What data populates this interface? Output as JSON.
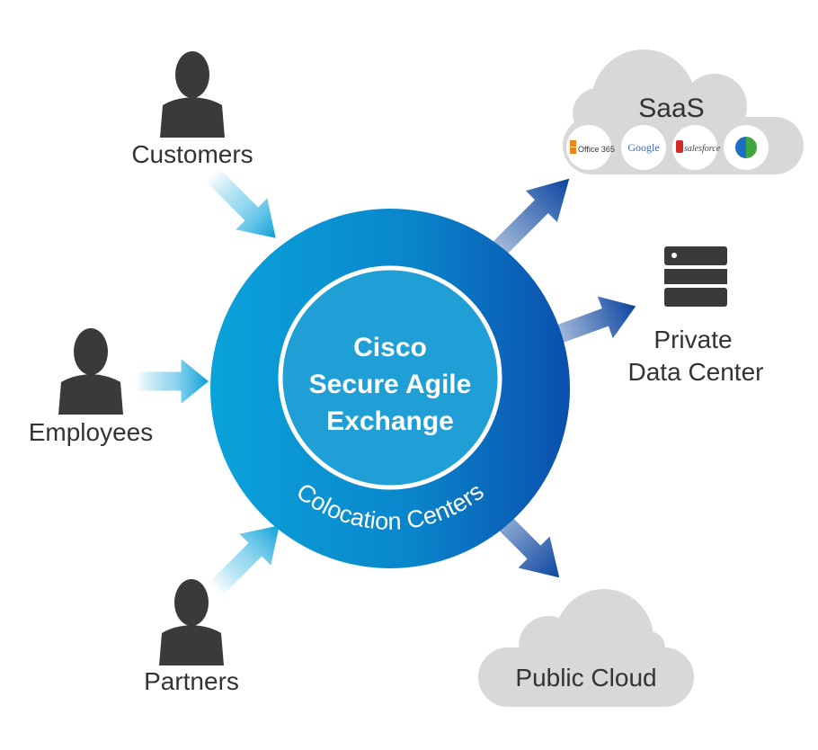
{
  "hub": {
    "title_lines": [
      "Cisco",
      "Secure Agile",
      "Exchange"
    ],
    "ring_label": "Colocation Centers"
  },
  "sources": [
    {
      "id": "customers",
      "label": "Customers",
      "icon": "person-icon"
    },
    {
      "id": "employees",
      "label": "Employees",
      "icon": "person-icon"
    },
    {
      "id": "partners",
      "label": "Partners",
      "icon": "person-icon"
    }
  ],
  "destinations": {
    "saas": {
      "label": "SaaS",
      "apps": [
        {
          "name": "Office 365",
          "label": "Office 365",
          "brand": "office365-logo"
        },
        {
          "name": "Google",
          "label": "Google",
          "brand": "google-logo"
        },
        {
          "name": "Salesforce",
          "label": "salesforce",
          "brand": "salesforce-logo"
        },
        {
          "name": "Globe app",
          "label": "",
          "brand": "globe-logo"
        }
      ]
    },
    "private_dc": {
      "label_lines": [
        "Private",
        "Data Center"
      ],
      "icon": "server-icon"
    },
    "public_cloud": {
      "label": "Public Cloud"
    }
  },
  "colors": {
    "hub_light": "#0aa0d8",
    "hub_dark": "#0b4fad",
    "inner_circle": "#1f9fd6",
    "inbound_arrow": "#0aa0d8",
    "outbound_arrow": "#0b45a0",
    "cloud_gray": "#d8d8d8",
    "icon_dark": "#3a3a3c",
    "text_dark": "#333333"
  }
}
